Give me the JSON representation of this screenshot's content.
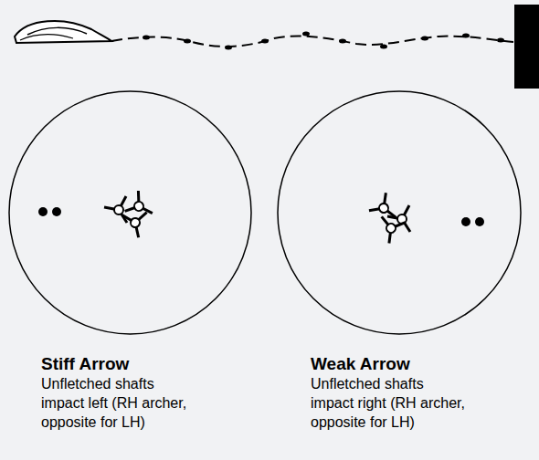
{
  "diagram": {
    "nodes": [
      {
        "text": [
          "Stiff Arrow",
          "Unfletched shafts impact left (RH archer, opposite for LH)"
        ]
      },
      {
        "text": [
          "Weak Arrow",
          "Unfletched shafts impact right (RH archer, opposite for LH)"
        ]
      }
    ]
  }
}
